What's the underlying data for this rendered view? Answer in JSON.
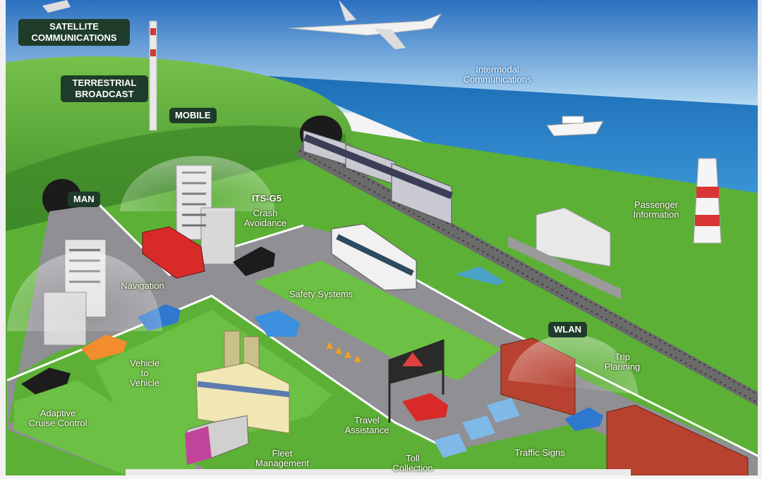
{
  "tags": {
    "satellite": "SATELLITE\nCOMMUNICATIONS",
    "terrestrial": "TERRESTRIAL\nBROADCAST",
    "mobile": "MOBILE",
    "man": "MAN",
    "wlan": "WLAN"
  },
  "labels": {
    "intermodal": "Intermodal\nCommunications",
    "passenger": "Passenger\nInformation",
    "its_g5": "ITS-G5",
    "crash": "Crash\nAvoidance",
    "navigation": "Navigation",
    "safety": "Safety Systems",
    "v2v": "Vehicle\nto\nVehicle",
    "trip": "Trip\nPlanning",
    "acc": "Adaptive\nCruise Control",
    "travel": "Travel\nAssistance",
    "fleet": "Fleet\nManagement",
    "toll": "Toll\nCollection",
    "traffic": "Traffic Signs"
  },
  "colors": {
    "sky": "#2f86d0",
    "sea": "#2a7dc4",
    "grass": "#5fb13a",
    "road": "#8d8d92",
    "tag_bg": "#1f3b2a"
  }
}
